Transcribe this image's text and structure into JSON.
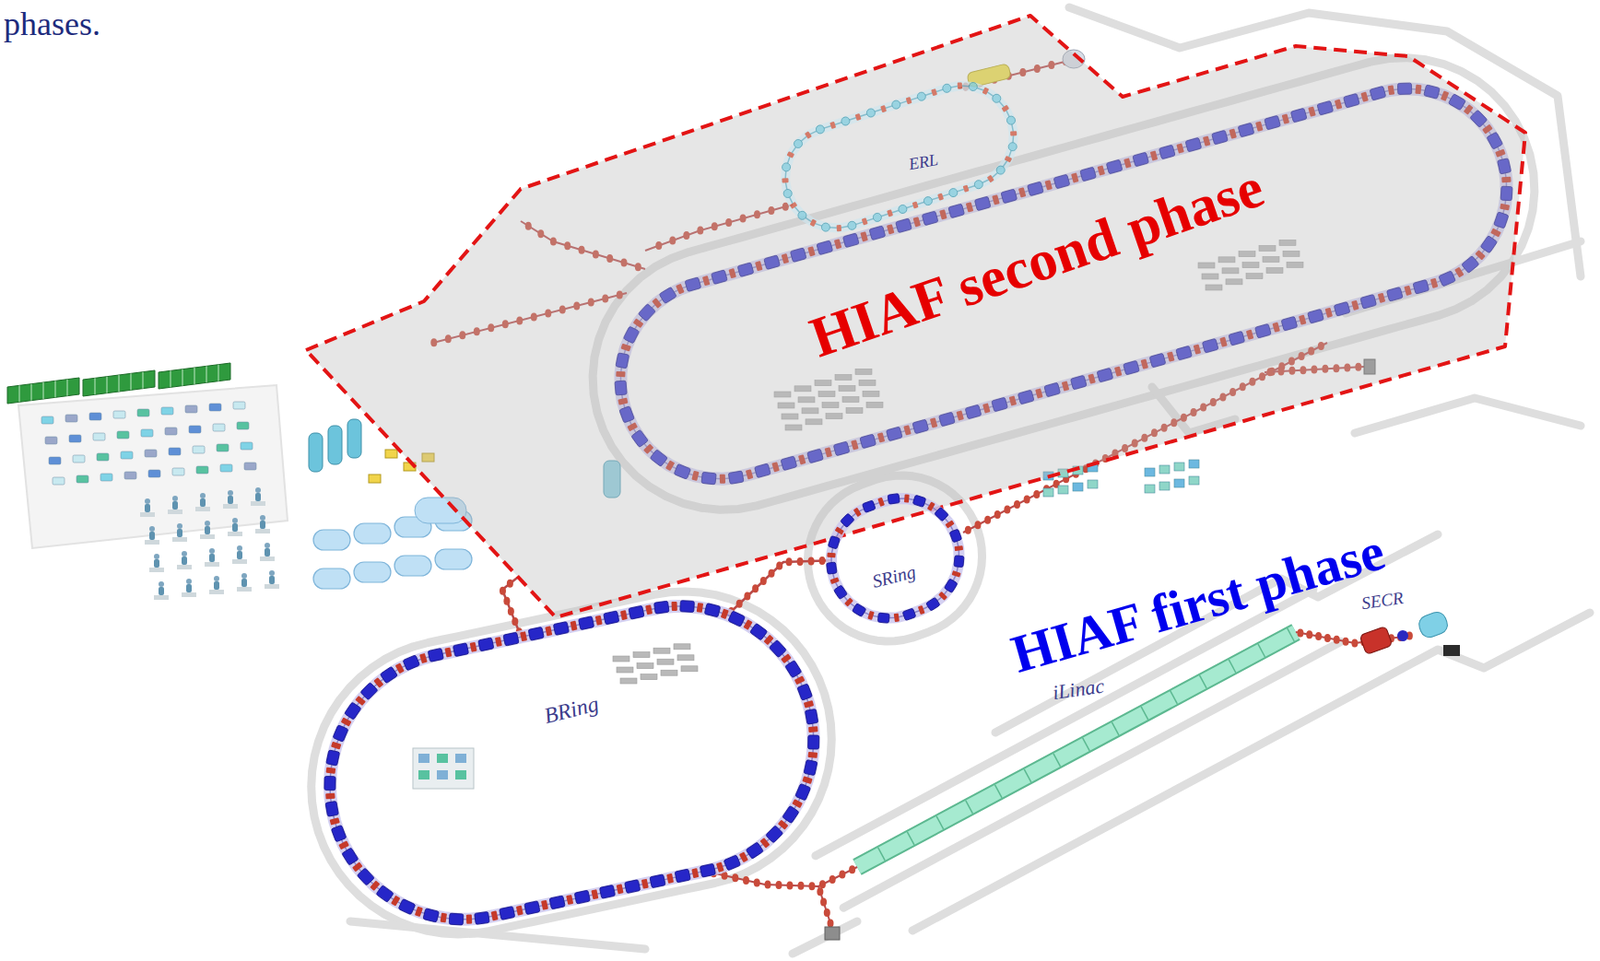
{
  "diagram": {
    "nodes": [
      {
        "text": [
          "HIAF second phase"
        ]
      },
      {
        "text": [
          "ERL"
        ],
        "in": 0
      },
      {
        "text": [
          "SRing"
        ]
      },
      {
        "text": [
          "BRing"
        ]
      }
    ],
    "edges": [
      {
        "from": 3,
        "to": 2,
        "arrow": "none"
      },
      {
        "from": 3,
        "to": 0,
        "arrow": "none"
      }
    ],
    "labels": [
      "phases.",
      "HIAF first phase",
      "iLinac",
      "SECR"
    ]
  }
}
